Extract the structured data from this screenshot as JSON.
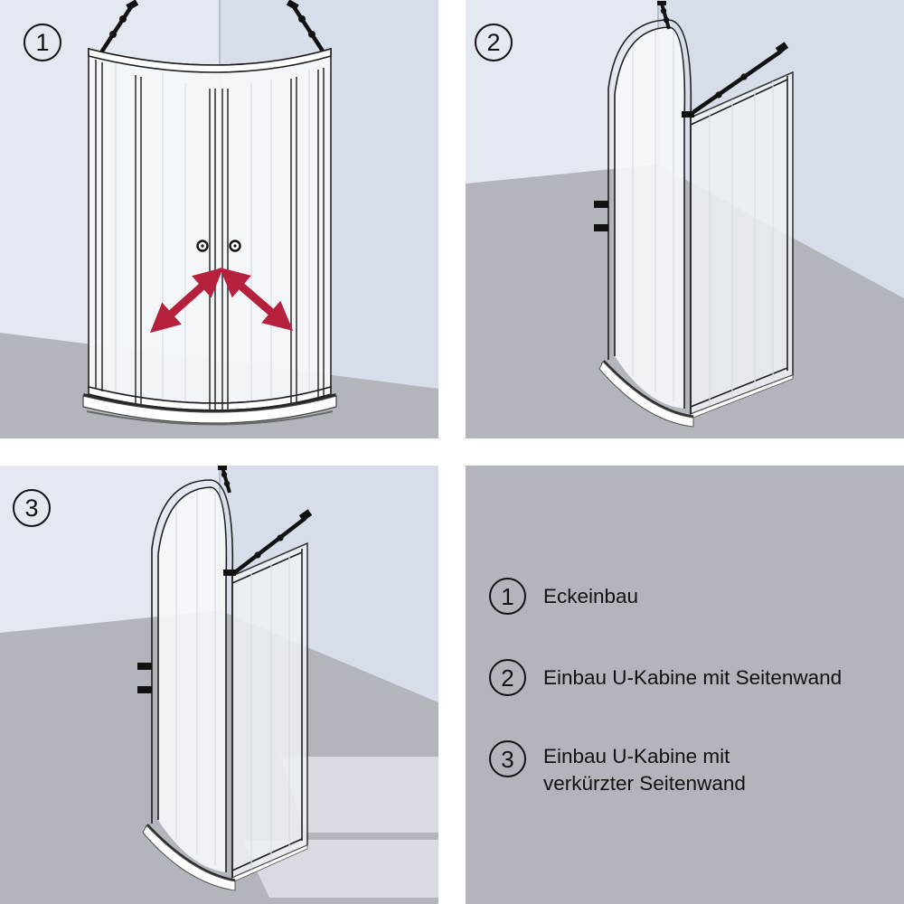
{
  "title": "Shower enclosure installation options diagram",
  "colors": {
    "wall-left": "#e3e8f1",
    "wall-right": "#d8dee9",
    "wall-edge": "#aab3c2",
    "floor": "#b2b6bc",
    "glass": "#f6f8fb",
    "frame": "#1d1d1d",
    "arrow": "#b5203c",
    "text": "#111111"
  },
  "panels": [
    {
      "number": "1",
      "icon": "quadrant-shower-corner-install-icon"
    },
    {
      "number": "2",
      "icon": "quadrant-shower-side-wall-icon"
    },
    {
      "number": "3",
      "icon": "quadrant-shower-short-side-wall-icon"
    }
  ],
  "legend": {
    "items": [
      {
        "number": "1",
        "line1": "Eckeinbau",
        "line2": ""
      },
      {
        "number": "2",
        "line1": "Einbau U-Kabine mit Seitenwand",
        "line2": ""
      },
      {
        "number": "3",
        "line1": "Einbau U-Kabine mit",
        "line2": "verkürzter Seitenwand"
      }
    ]
  }
}
